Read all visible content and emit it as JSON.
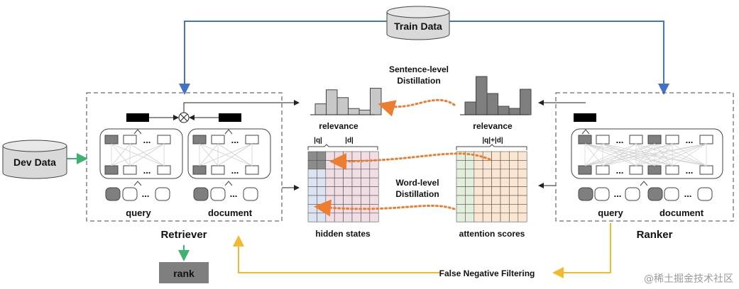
{
  "train_data": {
    "label": "Train Data"
  },
  "dev_data": {
    "label": "Dev Data"
  },
  "retriever": {
    "title": "Retriever",
    "query_label": "query",
    "document_label": "document",
    "ellipsis": "..."
  },
  "ranker": {
    "title": "Ranker",
    "query_label": "query",
    "document_label": "document",
    "ellipsis": "..."
  },
  "rank": {
    "label": "rank"
  },
  "distillation": {
    "sentence_level": [
      "Sentence-level",
      "Distillation"
    ],
    "word_level": [
      "Word-level",
      "Distillation"
    ]
  },
  "retriever_relevance": {
    "label": "relevance",
    "values": [
      0.35,
      0.8,
      0.55,
      0.2,
      0.15,
      0.85
    ]
  },
  "ranker_relevance": {
    "label": "relevance",
    "values": [
      0.3,
      0.9,
      0.5,
      0.2,
      0.15,
      0.6
    ]
  },
  "hidden_states": {
    "label": "hidden states",
    "q_label": "|q|",
    "d_label": "|d|"
  },
  "attention_scores": {
    "label": "attention scores",
    "qd_label": "|q|+|d|"
  },
  "false_negative": {
    "label": "False Negative Filtering"
  },
  "watermark": {
    "label": "@稀土掘金技术社区"
  },
  "colors": {
    "blue": "#4472c4",
    "green": "#3cb371",
    "orange": "#ed7d31",
    "yellow": "#f5b82e"
  }
}
